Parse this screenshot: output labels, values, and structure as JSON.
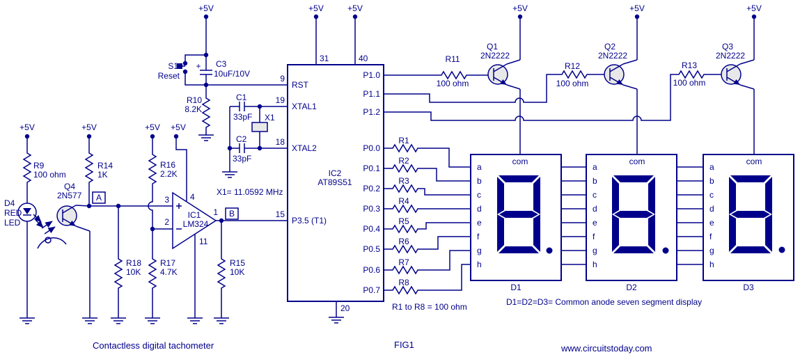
{
  "pwr": "+5V",
  "titles": {
    "caption": "Contactless digital tachometer",
    "fig": "FIG1",
    "site": "www.circuitstoday.com"
  },
  "sensor": {
    "r9": "R9",
    "r9v": "100 ohm",
    "d4l1": "D4",
    "d4l2": "RED",
    "d4l3": "LED",
    "q4": "Q4",
    "q4p": "2N577",
    "r14": "R14",
    "r14v": "1K",
    "node_a": "A",
    "r18": "R18",
    "r18v": "10K"
  },
  "amp": {
    "ic": "IC1",
    "part": "LM324",
    "p3": "3",
    "p2": "2",
    "p4": "4",
    "p11": "11",
    "p1": "1",
    "node_b": "B",
    "r16": "R16",
    "r16v": "2.2K",
    "r17": "R17",
    "r17v": "4.7K",
    "r15": "R15",
    "r15v": "10K"
  },
  "rst": {
    "s1": "S1",
    "reset": "Reset",
    "c3": "C3",
    "c3v": "10uF/10V",
    "plus": "+",
    "r10": "R10",
    "r10v": "8.2K"
  },
  "xtal": {
    "c1": "C1",
    "c2": "C2",
    "cv": "33pF",
    "x1": "X1",
    "note": "X1= 11.0592 MHz"
  },
  "mcu": {
    "name": "IC2",
    "part": "AT89S51",
    "p31": "31",
    "p40": "40",
    "p20": "20",
    "p9": "9",
    "p19": "19",
    "p18": "18",
    "p15": "15",
    "rst": "RST",
    "xtal1": "XTAL1",
    "xtal2": "XTAL2",
    "p35": "P3.5 (T1)",
    "p1": [
      "P1.0",
      "P1.1",
      "P1.2"
    ],
    "p0": [
      "P0.0",
      "P0.1",
      "P0.2",
      "P0.3",
      "P0.4",
      "P0.5",
      "P0.6",
      "P0.7"
    ]
  },
  "segres": {
    "r": [
      "R1",
      "R2",
      "R3",
      "R4",
      "R5",
      "R6",
      "R7",
      "R8"
    ],
    "note": "R1 to R8 = 100 ohm"
  },
  "drv": {
    "q": [
      "Q1",
      "Q2",
      "Q3"
    ],
    "part": "2N2222",
    "r": [
      "R11",
      "R12",
      "R13"
    ],
    "rv": "100 ohm"
  },
  "disp": {
    "com": "com",
    "segs": [
      "a",
      "b",
      "c",
      "d",
      "e",
      "f",
      "g",
      "h"
    ],
    "names": [
      "D1",
      "D2",
      "D3"
    ],
    "note": "D1=D2=D3= Common anode seven segment display"
  }
}
